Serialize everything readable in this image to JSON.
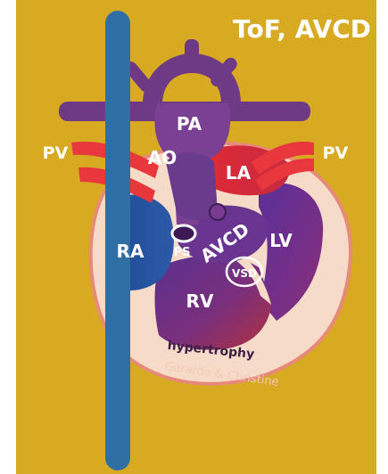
{
  "diagram": {
    "title": "ToF, AVCD",
    "labels": {
      "pa": "PA",
      "ao": "AO",
      "la": "LA",
      "ra": "RA",
      "lv": "LV",
      "rv": "RV",
      "pv_left": "PV",
      "pv_right": "PV",
      "avcd": "AVCD",
      "ps": "PS",
      "vsd": "VSD",
      "hypertrophy": "hypertrophy",
      "credit": "Gerardo & Christine"
    },
    "colors": {
      "background": "#d8aa22",
      "pericardium_outline": "#e88a7a",
      "pericardium_fill": "#f6dcc8",
      "vena_cava": "#2f6fa3",
      "right_atrium": "#1f4f96",
      "pulmonary_artery": "#6e3a86",
      "aorta_pulmonary_veins": "#e8383d",
      "left_ventricle": "#6e3896",
      "right_ventricle": "#7a2f7c"
    }
  }
}
